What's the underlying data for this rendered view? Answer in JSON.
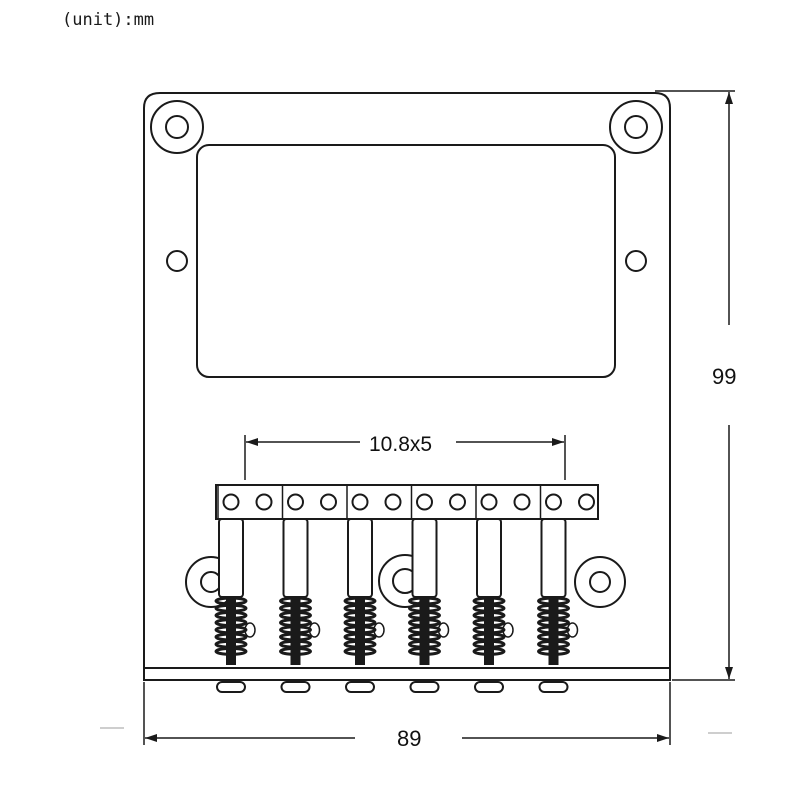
{
  "unit_note": "(unit):mm",
  "dimensions": {
    "height": "99",
    "width": "89",
    "saddle_spacing": "10.8x5"
  },
  "saddle_count": 6,
  "colors": {
    "line": "#1a1a1a",
    "background": "#ffffff"
  }
}
